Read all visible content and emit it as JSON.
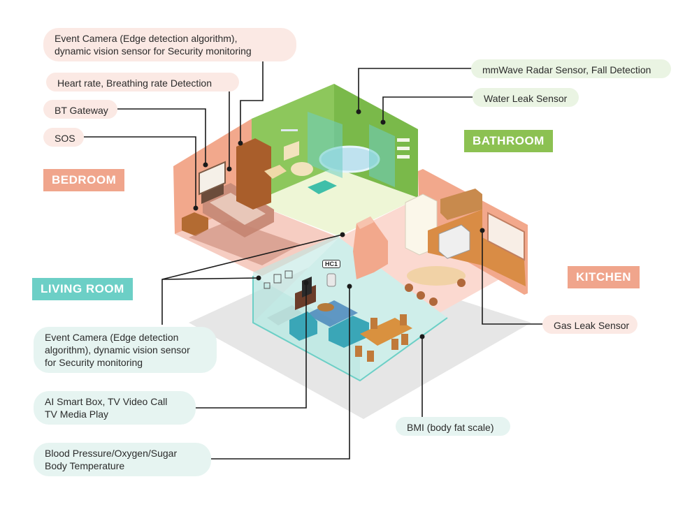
{
  "rooms": {
    "bedroom": {
      "label": "BEDROOM",
      "color": "#f0a58c"
    },
    "bathroom": {
      "label": "BATHROOM",
      "color": "#8cc152"
    },
    "living": {
      "label": "LIVING ROOM",
      "color": "#6ccfc6"
    },
    "kitchen": {
      "label": "KITCHEN",
      "color": "#f0a58c"
    }
  },
  "device_tag": "HC1",
  "callouts": {
    "event_camera_bedroom": {
      "line1": "Event Camera (Edge detection algorithm),",
      "line2": "dynamic vision sensor for Security monitoring"
    },
    "heart_rate": "Heart rate, Breathing rate Detection",
    "bt_gateway": "BT Gateway",
    "sos": "SOS",
    "mmwave": "mmWave Radar Sensor, Fall Detection",
    "water_leak": "Water Leak Sensor",
    "gas_leak": "Gas Leak Sensor",
    "event_camera_living": {
      "line1": "Event Camera (Edge detection",
      "line2": "algorithm), dynamic vision sensor",
      "line3": "for Security monitoring"
    },
    "ai_box": {
      "line1": "AI Smart Box, TV Video Call",
      "line2": "TV Media Play"
    },
    "blood_pressure": {
      "line1": "Blood Pressure/Oxygen/Sugar",
      "line2": "Body Temperature"
    },
    "bmi": "BMI (body fat scale)"
  }
}
